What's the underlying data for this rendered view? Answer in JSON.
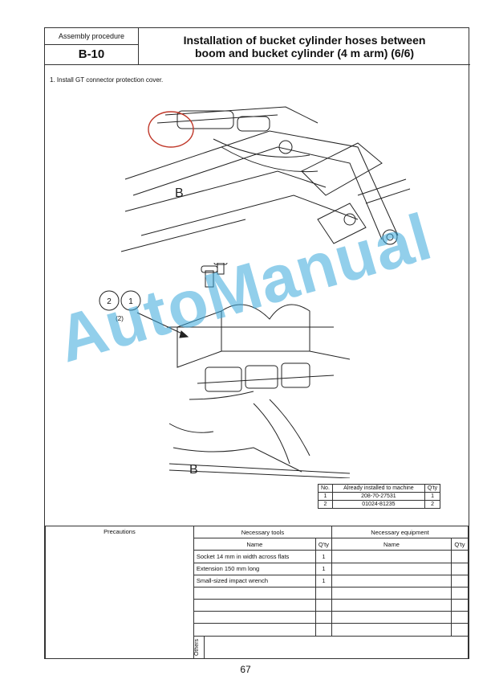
{
  "header": {
    "procedure_label": "Assembly procedure",
    "code": "B-10",
    "title_line1": "Installation of bucket cylinder hoses between",
    "title_line2": "boom and bucket cylinder (4 m arm) (6/6)"
  },
  "step1": "1.  Install GT connector protection cover.",
  "figure": {
    "view_label_top": "B",
    "view_label_bottom": "B",
    "callout_2": "2",
    "callout_1": "1",
    "callout_qty": "(2)"
  },
  "parts_table": {
    "headers": [
      "No.",
      "Already installed to machine",
      "Q'ty"
    ],
    "rows": [
      [
        "1",
        "208-70-27531",
        "1"
      ],
      [
        "2",
        "01024-81235",
        "2"
      ]
    ]
  },
  "bottom": {
    "precautions": "Precautions",
    "necessary_tools": "Necessary tools",
    "necessary_equipment": "Necessary equipment",
    "name": "Name",
    "qty": "Q'ty",
    "equip_name": "Name",
    "equip_qty": "Q'ty",
    "tools": [
      {
        "name": "Socket 14 mm in width across flats",
        "qty": "1"
      },
      {
        "name": "Extension 150 mm long",
        "qty": "1"
      },
      {
        "name": "Small-sized impact wrench",
        "qty": "1"
      }
    ],
    "others": "Others"
  },
  "page_number": "67",
  "watermark": "AutoManual",
  "colors": {
    "watermark": "#3aa8dc",
    "highlight_circle": "#c0392b"
  }
}
